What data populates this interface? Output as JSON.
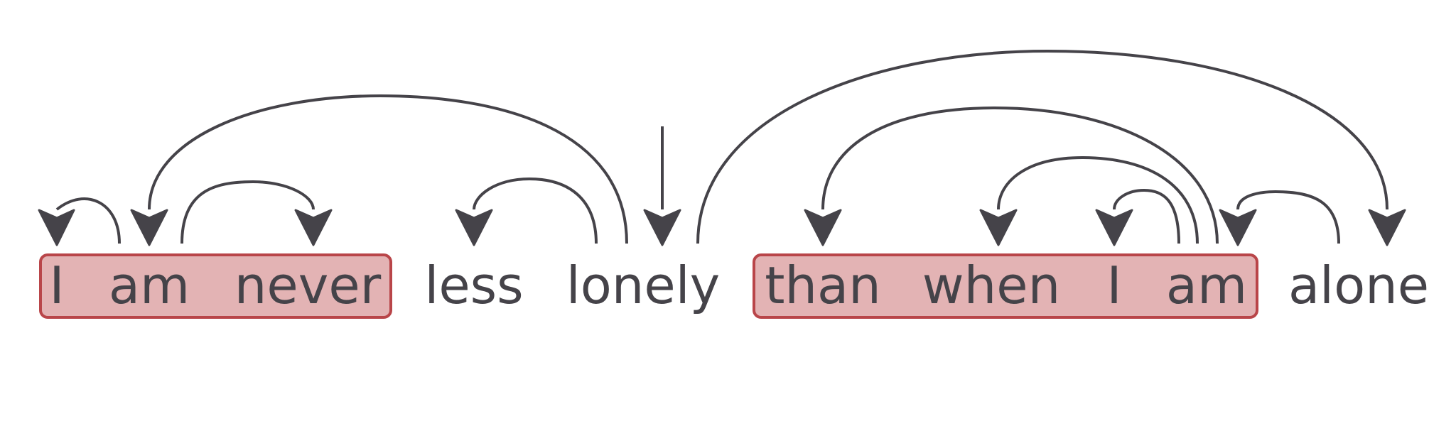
{
  "sentence": {
    "tokens": [
      "I",
      "am",
      "never",
      "less",
      "lonely",
      "than",
      "when",
      "I",
      "am",
      "alone"
    ],
    "root_index": 4,
    "highlighted_spans": [
      [
        0,
        2
      ],
      [
        5,
        8
      ]
    ]
  },
  "arcs": [
    {
      "from": 1,
      "to": 0
    },
    {
      "from": 4,
      "to": 1
    },
    {
      "from": 1,
      "to": 2
    },
    {
      "from": 4,
      "to": 3
    },
    {
      "from": 4,
      "to": 9
    },
    {
      "from": 8,
      "to": 5
    },
    {
      "from": 8,
      "to": 6
    },
    {
      "from": 8,
      "to": 7
    },
    {
      "from": 9,
      "to": 8
    }
  ],
  "colors": {
    "ink": "#454349",
    "highlight_fill": "#e3b3b4",
    "highlight_stroke": "#b94549",
    "background": "#ffffff"
  }
}
